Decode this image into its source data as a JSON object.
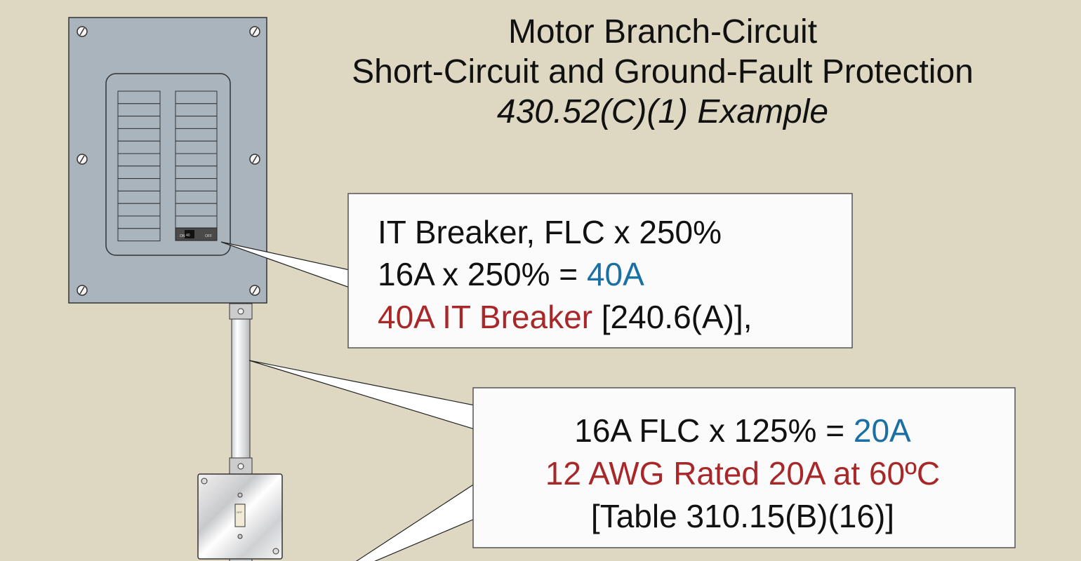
{
  "title": {
    "line1": "Motor Branch-Circuit",
    "line2": "Short-Circuit and Ground-Fault Protection",
    "line3": "430.52(C)(1) Example"
  },
  "breaker": {
    "on": "ON",
    "rating": "40",
    "off": "OFF"
  },
  "switch": {
    "label": "OFF"
  },
  "callout_breaker": {
    "line1": "IT Breaker, FLC x 250%",
    "line2_a": "16A x 250% = ",
    "line2_b": "40A",
    "line3_a": "40A IT Breaker",
    "line3_b": " [240.6(A)],"
  },
  "callout_conductor": {
    "line1_a": "16A FLC x 125% = ",
    "line1_b": "20A",
    "line2": "12 AWG Rated 20A at 60ºC",
    "line3": "[Table 310.15(B)(16)]"
  },
  "colors": {
    "background": "#ded7c2",
    "panel": "#aab4bd",
    "blue": "#1a6fa3",
    "red": "#a8282a"
  }
}
